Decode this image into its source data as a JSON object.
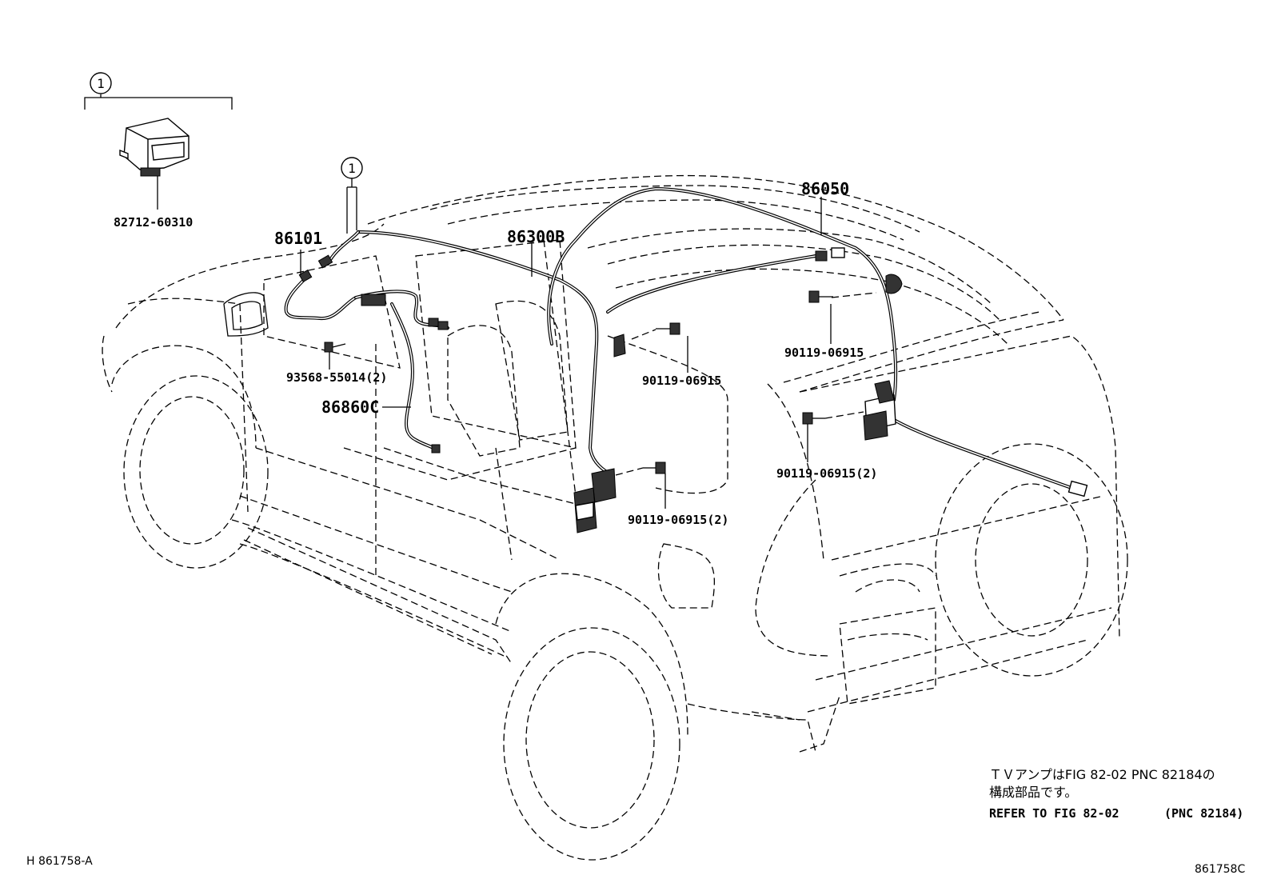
{
  "callouts": {
    "ref_circle_top": "1",
    "ref_circle_mid": "1"
  },
  "labels": {
    "p_82712": "82712-60310",
    "p_86101": "86101",
    "p_86300B": "86300B",
    "p_86050": "86050",
    "p_93568": "93568-55014(2)",
    "p_86860C": "86860C",
    "p_90119_a": "90119-06915",
    "p_90119_b": "90119-06915",
    "p_90119_c": "90119-06915(2)",
    "p_90119_d": "90119-06915(2)"
  },
  "note": {
    "line1": "ＴＶアンプはFIG 82-02 PNC 82184の",
    "line2": "構成部品です。",
    "line3_a": "REFER TO FIG 82-02",
    "line3_b": "(PNC 82184)"
  },
  "codes": {
    "left": "H 861758-A",
    "right": "861758C"
  }
}
